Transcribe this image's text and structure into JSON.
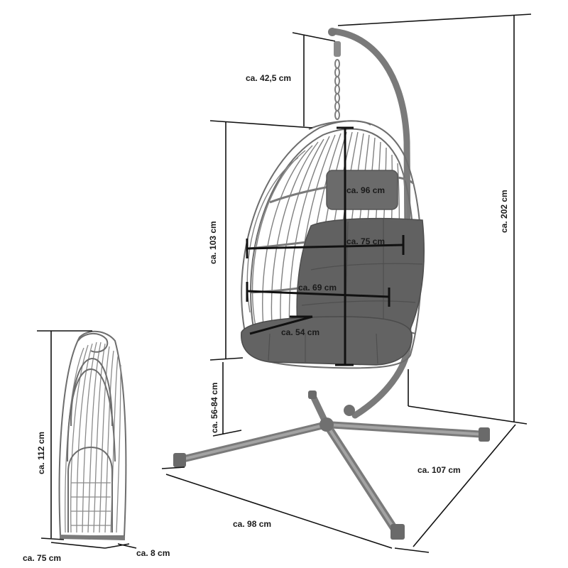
{
  "measurements": {
    "stand_top_height": "ca. 42,5 cm",
    "basket_height": "ca. 103 cm",
    "total_height": "ca. 202 cm",
    "cushion_height": "ca. 96 cm",
    "basket_width": "ca. 75 cm",
    "seat_width": "ca. 69 cm",
    "seat_depth": "ca. 54 cm",
    "ground_clearance": "ca. 56-84 cm",
    "base_depth": "ca. 107 cm",
    "base_width": "ca. 98 cm",
    "folded_height": "ca. 112 cm",
    "folded_width": "ca. 75 cm",
    "folded_depth": "ca. 8 cm"
  },
  "colors": {
    "frame": "#7a7a7a",
    "cushion": "#5f5f5f",
    "lines": "#111111"
  }
}
